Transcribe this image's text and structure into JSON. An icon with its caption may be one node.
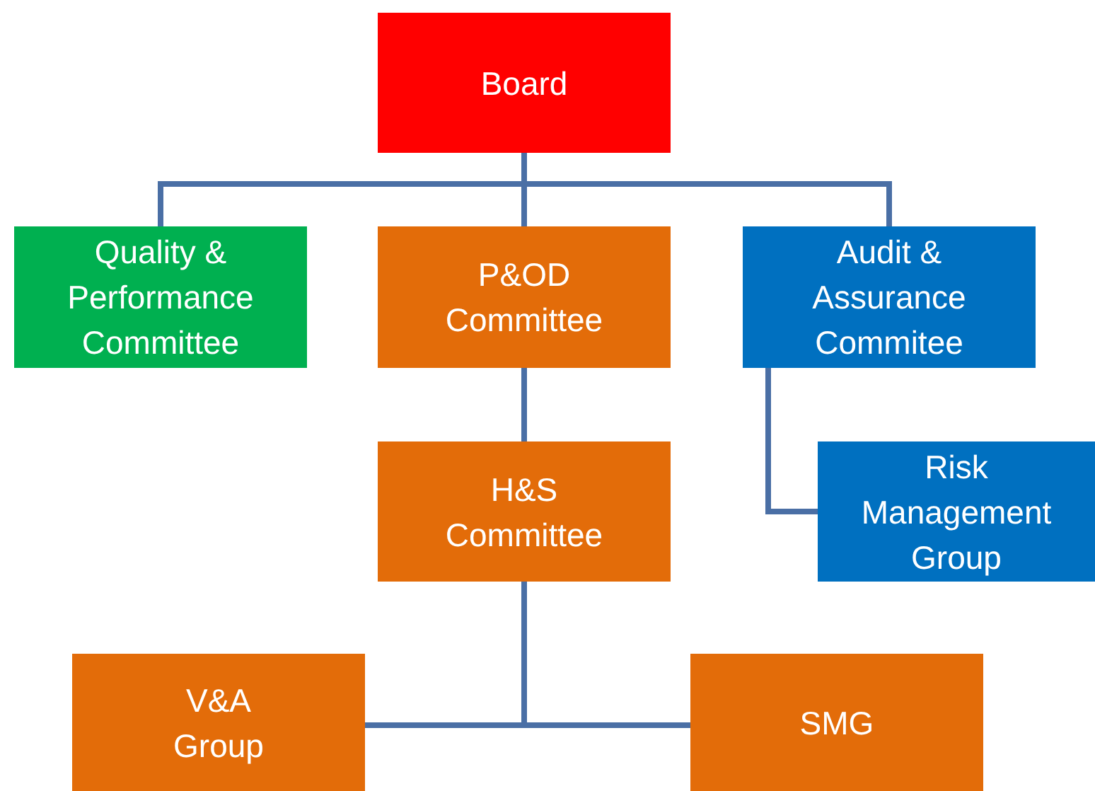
{
  "diagram": {
    "nodes": [
      {
        "text": [
          "Board"
        ]
      },
      {
        "text": [
          "Quality & Performance Committee"
        ]
      },
      {
        "text": [
          "P&OD Committee"
        ]
      },
      {
        "text": [
          "Audit & Assurance Commitee"
        ]
      },
      {
        "text": [
          "H&S Committee"
        ]
      },
      {
        "text": [
          "Risk Management Group"
        ]
      },
      {
        "text": [
          "V&A Group"
        ]
      },
      {
        "text": [
          "SMG"
        ]
      }
    ],
    "edges": [
      {
        "from": 0,
        "to": 1,
        "arrow": "none"
      },
      {
        "from": 0,
        "to": 2,
        "arrow": "none"
      },
      {
        "from": 0,
        "to": 3,
        "arrow": "none"
      },
      {
        "from": 2,
        "to": 4,
        "arrow": "none"
      },
      {
        "from": 3,
        "to": 5,
        "arrow": "none"
      },
      {
        "from": 4,
        "to": 6,
        "arrow": "none"
      },
      {
        "from": 4,
        "to": 7,
        "arrow": "none"
      }
    ]
  }
}
